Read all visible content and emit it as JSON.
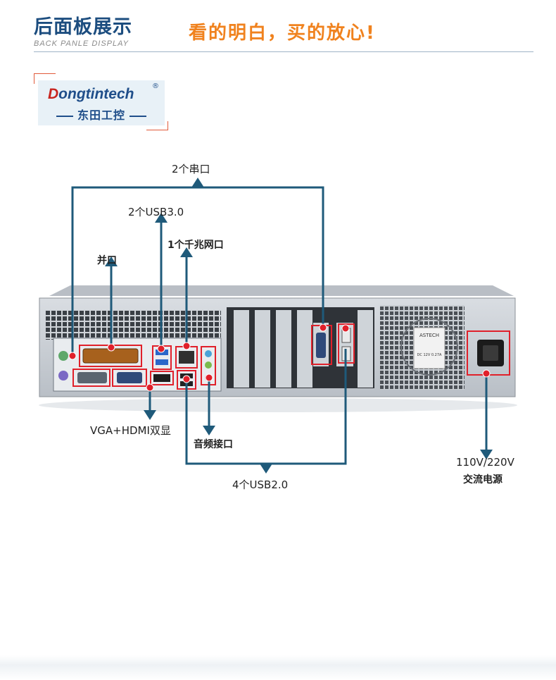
{
  "header": {
    "title": "后面板展示",
    "subtitle": "BACK PANLE DISPLAY",
    "slogan": "看的明白，买的放心!"
  },
  "logo": {
    "brand": "ongtintech",
    "brand_initial": "D",
    "registered": "®",
    "chinese_name": "东田工控"
  },
  "labels": {
    "serial": "2个串口",
    "usb3": "2个USB3.0",
    "lan": "1个千兆网口",
    "parallel": "并口",
    "vga_hdmi": "VGA+HDMI双显",
    "audio": "音频接口",
    "usb2": "4个USB2.0",
    "power_voltage": "110V/220V",
    "power_type": "交流电源"
  },
  "psu_label": {
    "brand": "ASTECH",
    "rating": "DC 12V 0.27A"
  },
  "colors": {
    "title": "#1c4d7f",
    "slogan": "#f0821e",
    "callout_line": "#1f5a7a",
    "highlight": "#e0202a",
    "logo_blue": "#1f4e8a"
  }
}
